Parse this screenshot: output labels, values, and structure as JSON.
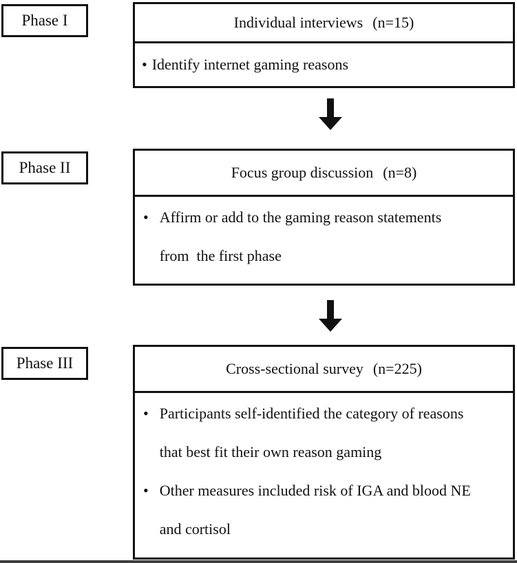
{
  "page": {
    "background": "#ffffff",
    "ink": "#111111"
  },
  "icons": {
    "bullet": "•"
  },
  "phases": [
    {
      "label": "Phase I",
      "title": "Individual interviews",
      "sample": "(n=15)",
      "bullets": [
        {
          "lines": [
            "Identify internet gaming reasons"
          ]
        }
      ]
    },
    {
      "label": "Phase II",
      "title": "Focus group discussion",
      "sample": "(n=8)",
      "bullets": [
        {
          "lines": [
            "Affirm or add to the gaming reason statements",
            "from  the first phase"
          ]
        }
      ]
    },
    {
      "label": "Phase III",
      "title": "Cross-sectional survey",
      "sample": "(n=225)",
      "bullets": [
        {
          "lines": [
            "Participants self-identified the category of reasons",
            "that best fit their own reason gaming"
          ]
        },
        {
          "lines": [
            "Other measures included risk of IGA and blood NE",
            "and cortisol"
          ]
        }
      ]
    }
  ]
}
